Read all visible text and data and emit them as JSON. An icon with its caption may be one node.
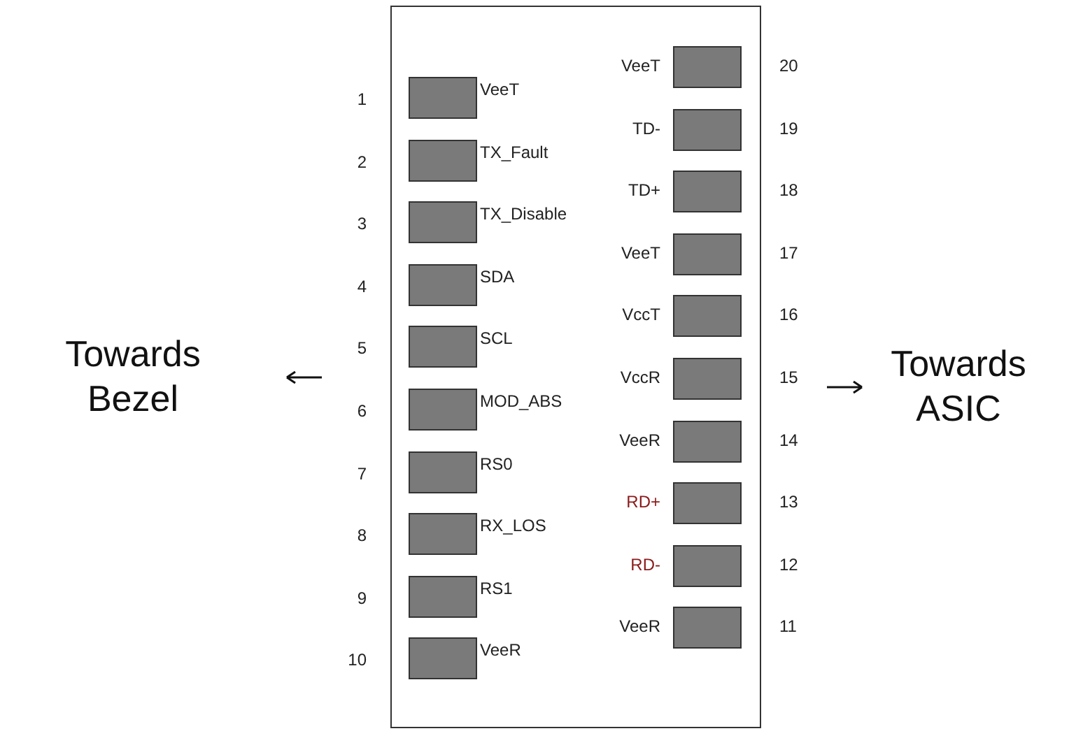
{
  "diagram": {
    "nodes": [
      {
        "text": [],
        "shape": "box"
      },
      {
        "text": [
          "VeeT"
        ],
        "beside": [
          "1"
        ],
        "in": 0
      },
      {
        "text": [
          "TX_Fault"
        ],
        "beside": [
          "2"
        ],
        "in": 0
      },
      {
        "text": [
          "TX_Disable"
        ],
        "beside": [
          "3"
        ],
        "in": 0
      },
      {
        "text": [
          "SDA"
        ],
        "beside": [
          "4"
        ],
        "in": 0
      },
      {
        "text": [
          "SCL"
        ],
        "beside": [
          "5"
        ],
        "in": 0
      },
      {
        "text": [
          "MOD_ABS"
        ],
        "beside": [
          "6"
        ],
        "in": 0
      },
      {
        "text": [
          "RS0"
        ],
        "beside": [
          "7"
        ],
        "in": 0
      },
      {
        "text": [
          "RX_LOS"
        ],
        "beside": [
          "8"
        ],
        "in": 0
      },
      {
        "text": [
          "RS1"
        ],
        "beside": [
          "9"
        ],
        "in": 0
      },
      {
        "text": [
          "VeeR"
        ],
        "beside": [
          "10"
        ],
        "in": 0
      },
      {
        "text": [
          "VeeT"
        ],
        "beside": [
          "20"
        ],
        "in": 0
      },
      {
        "text": [
          "TD-"
        ],
        "beside": [
          "19"
        ],
        "in": 0
      },
      {
        "text": [
          "TD+"
        ],
        "beside": [
          "18"
        ],
        "in": 0
      },
      {
        "text": [
          "VeeT"
        ],
        "beside": [
          "17"
        ],
        "in": 0
      },
      {
        "text": [
          "VccT"
        ],
        "beside": [
          "16"
        ],
        "in": 0
      },
      {
        "text": [
          "VccR"
        ],
        "beside": [
          "15"
        ],
        "in": 0
      },
      {
        "text": [
          "VeeR"
        ],
        "beside": [
          "14"
        ],
        "in": 0
      },
      {
        "text": [
          "RD+"
        ],
        "beside": [
          "13"
        ],
        "in": 0
      },
      {
        "text": [
          "RD-"
        ],
        "beside": [
          "12"
        ],
        "in": 0
      },
      {
        "text": [
          "VeeR"
        ],
        "beside": [
          "11"
        ],
        "in": 0
      }
    ],
    "edges": [],
    "labels": [
      "Towards Bezel",
      "Towards ASIC"
    ]
  }
}
